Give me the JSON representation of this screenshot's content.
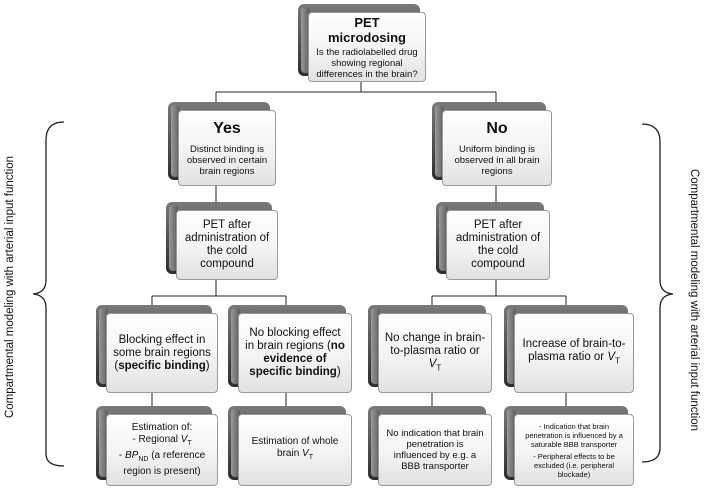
{
  "root": {
    "title": "PET microdosing",
    "question": "Is the radiolabelled drug showing regional differences in the brain?"
  },
  "yes_branch": {
    "title": "Yes",
    "text": "Distinct binding is observed in certain brain regions",
    "followup": "PET after administration of the cold compound",
    "blocking": {
      "pre": "Blocking effect in some brain regions (",
      "bold": "specific binding",
      "post": ")"
    },
    "no_blocking": {
      "pre": "No blocking effect in brain regions (",
      "bold": "no evidence of specific binding",
      "post": ")"
    },
    "estimation": {
      "head": "Estimation of:",
      "item1_pre": "- Regional ",
      "item1_var": "V",
      "item1_sub": "T",
      "item2_pre": "- ",
      "item2_var": "BP",
      "item2_sub": "ND",
      "item2_post": " (a reference region is present)"
    },
    "whole_brain": {
      "pre": "Estimation of whole brain ",
      "var": "V",
      "sub": "T"
    }
  },
  "no_branch": {
    "title": "No",
    "text": "Uniform binding is observed in all brain regions",
    "followup": "PET after administration of the cold compound",
    "no_change": {
      "pre": "No change in brain-to-plasma ratio or ",
      "var": "V",
      "sub": "T"
    },
    "increase": {
      "pre": "Increase of brain-to-plasma ratio or ",
      "var": "V",
      "sub": "T"
    },
    "no_indication": "No indication that brain penetration is influenced by e.g. a BBB transporter",
    "indication1": "- Indication that brain penetration is influenced by a saturable BBB transporter",
    "indication2": "- Peripheral effects to be excluded (i.e. peripheral blockade)"
  },
  "left_label": "Compartmental modeling with arterial input function",
  "right_label": "Compartmental modeling with arterial input function"
}
